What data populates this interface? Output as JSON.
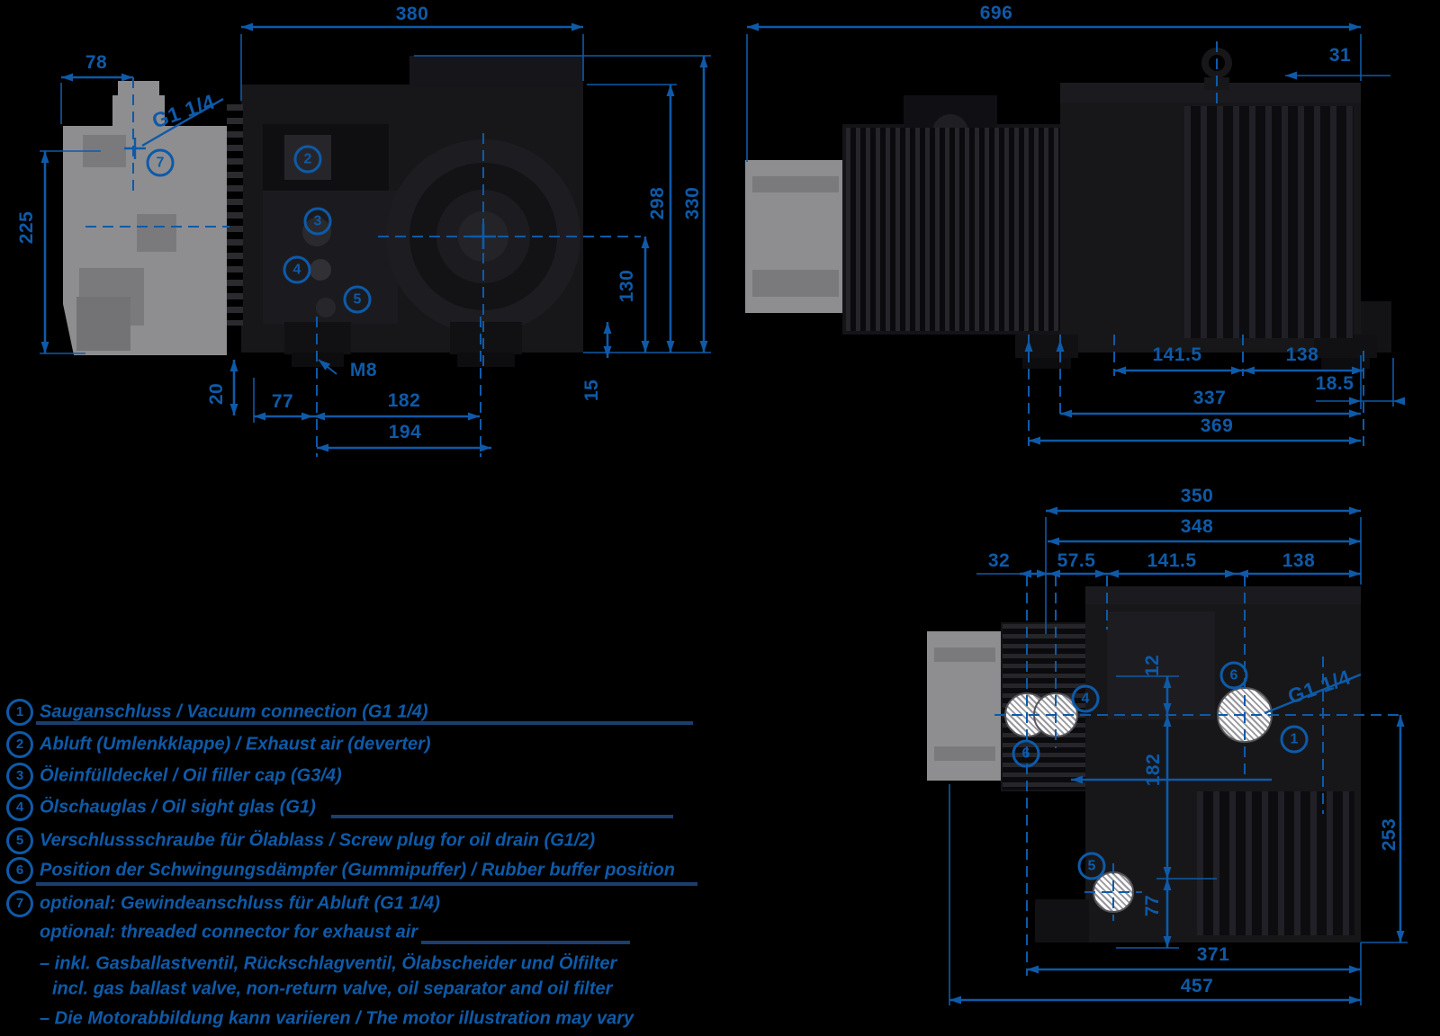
{
  "colors": {
    "accent_blue": "#0e5aa8",
    "navy_rule": "#1c3e6e",
    "gray_part": "#8e8e90",
    "part_dark": "#17171a",
    "background": "#000000",
    "hatch_white": "#ffffff"
  },
  "dims": {
    "front": {
      "w380": "380",
      "w78": "78",
      "h225": "225",
      "g114": "G1 1/4",
      "h298": "298",
      "h330": "330",
      "h130": "130",
      "h15": "15",
      "h20": "20",
      "w77": "77",
      "m8": "M8",
      "w182": "182",
      "w194": "194"
    },
    "side": {
      "l696": "696",
      "o31": "31",
      "a141": "141.5",
      "b138": "138",
      "c18": "18.5",
      "d337": "337",
      "e369": "369"
    },
    "top": {
      "a350": "350",
      "b348": "348",
      "c32": "32",
      "d57": "57.5",
      "e141": "141.5",
      "f138": "138",
      "g253": "253",
      "h12": "12",
      "i182": "182",
      "j77": "77",
      "k371": "371",
      "l457": "457",
      "g114": "G1 1/4"
    }
  },
  "markers": {
    "m2": "2",
    "m3": "3",
    "m4": "4",
    "m5": "5",
    "m7": "7",
    "m1": "1",
    "m6a": "6",
    "m4b": "4",
    "m6b": "6",
    "m5b": "5"
  },
  "legend": {
    "rows": [
      {
        "num": "1",
        "text": "Sauganschluss / Vacuum connection (G1 1/4)"
      },
      {
        "num": "2",
        "text": "Abluft (Umlenkklappe) / Exhaust air (deverter)"
      },
      {
        "num": "3",
        "text": "Öleinfülldeckel / Oil filler cap (G3/4)"
      },
      {
        "num": "4",
        "text": "Ölschauglas / Oil sight glas (G1)"
      },
      {
        "num": "5",
        "text": "Verschlussschraube für Ölablass / Screw plug for oil drain (G1/2)"
      },
      {
        "num": "6",
        "text": "Position der Schwingungsdämpfer (Gummipuffer) / Rubber buffer position"
      },
      {
        "num": "7",
        "text": "optional: Gewindeanschluss für Abluft  (G1 1/4)"
      },
      {
        "num": "",
        "text": "optional: threaded connector for exhaust air"
      },
      {
        "num": "",
        "text": "– inkl. Gasballastventil, Rückschlagventil, Ölabscheider und Ölfilter"
      },
      {
        "num": "",
        "text": "incl. gas ballast valve, non-return valve, oil separator and oil filter"
      },
      {
        "num": "",
        "text": "– Die Motorabbildung kann variieren / The motor illustration may vary"
      }
    ]
  }
}
